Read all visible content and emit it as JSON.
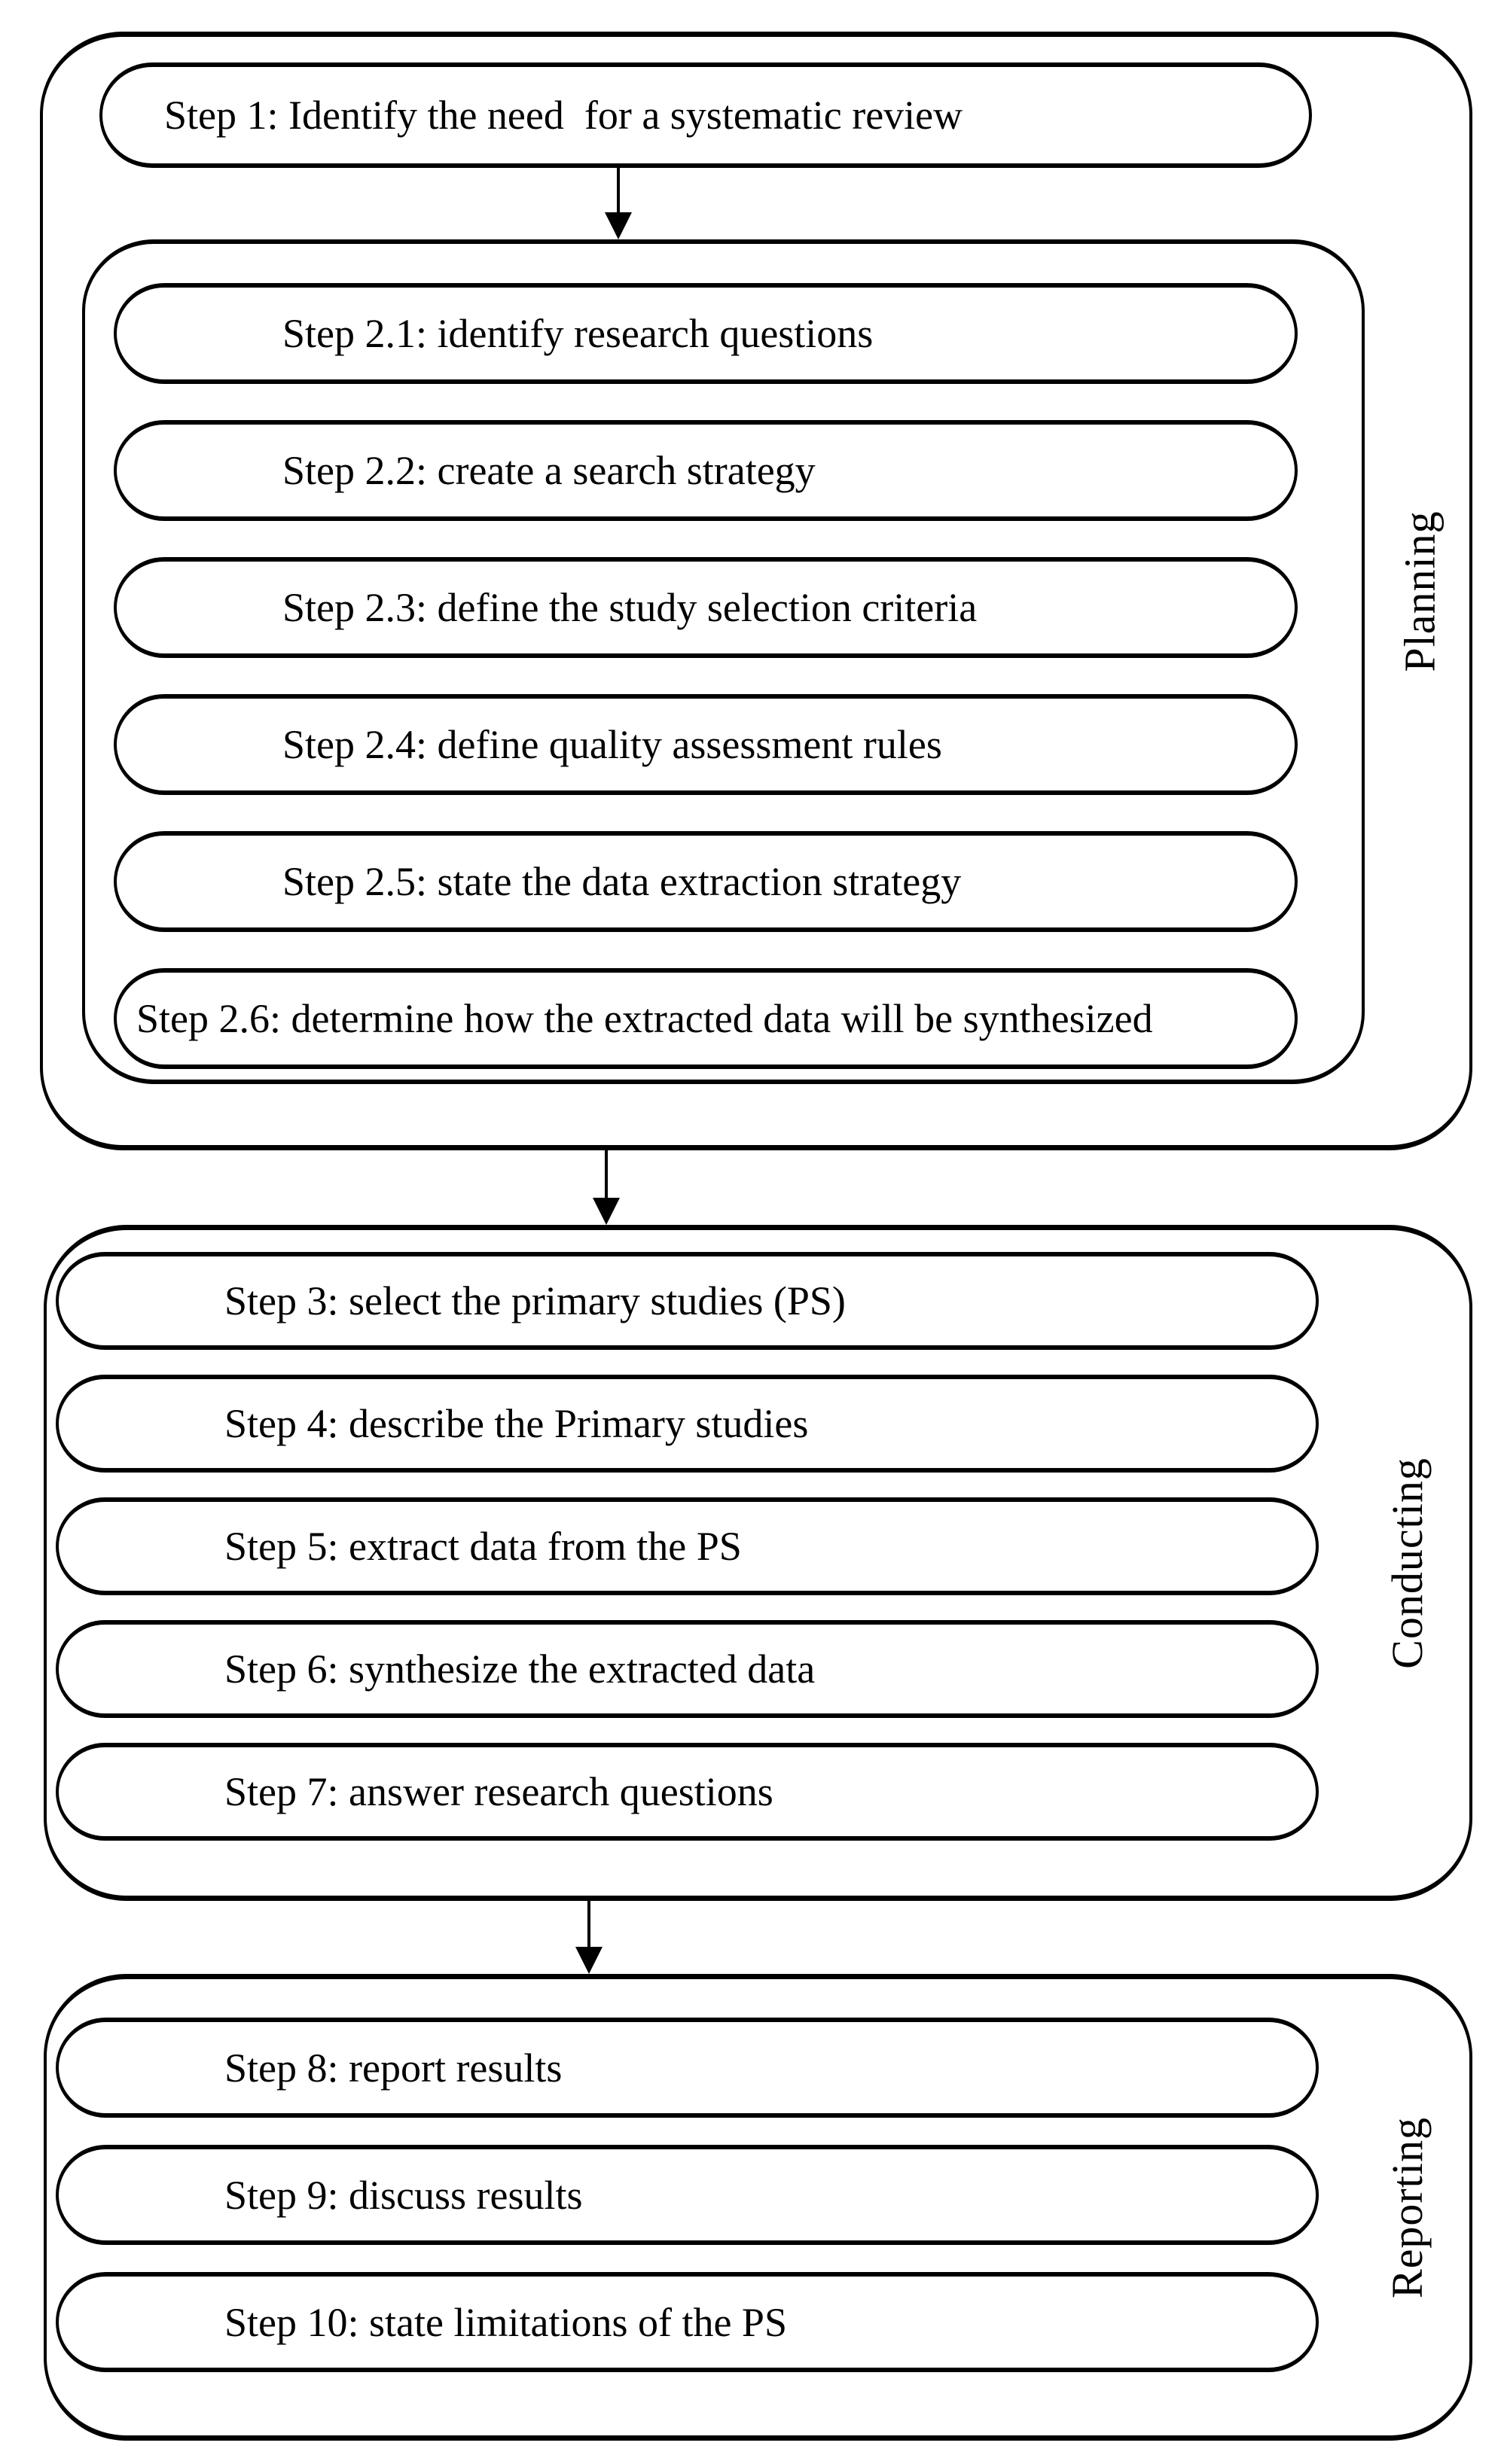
{
  "colors": {
    "stroke": "#000000",
    "background": "#ffffff"
  },
  "sections": [
    {
      "label": "Planning",
      "steps": [
        "Step 1: Identify the need  for a systematic review"
      ],
      "substeps": [
        "Step 2.1: identify research questions",
        "Step 2.2: create a search strategy",
        "Step 2.3: define the study selection criteria",
        "Step 2.4: define quality assessment rules",
        "Step 2.5: state the data extraction strategy",
        "Step 2.6: determine how the extracted data will be synthesized"
      ]
    },
    {
      "label": "Conducting",
      "steps": [
        "Step 3: select the primary studies (PS)",
        "Step 4: describe the Primary studies",
        "Step 5: extract data from the PS",
        "Step 6: synthesize the extracted data",
        "Step 7: answer research questions"
      ]
    },
    {
      "label": "Reporting",
      "steps": [
        "Step 8: report results",
        "Step 9: discuss results",
        "Step 10: state limitations of the PS"
      ]
    }
  ]
}
